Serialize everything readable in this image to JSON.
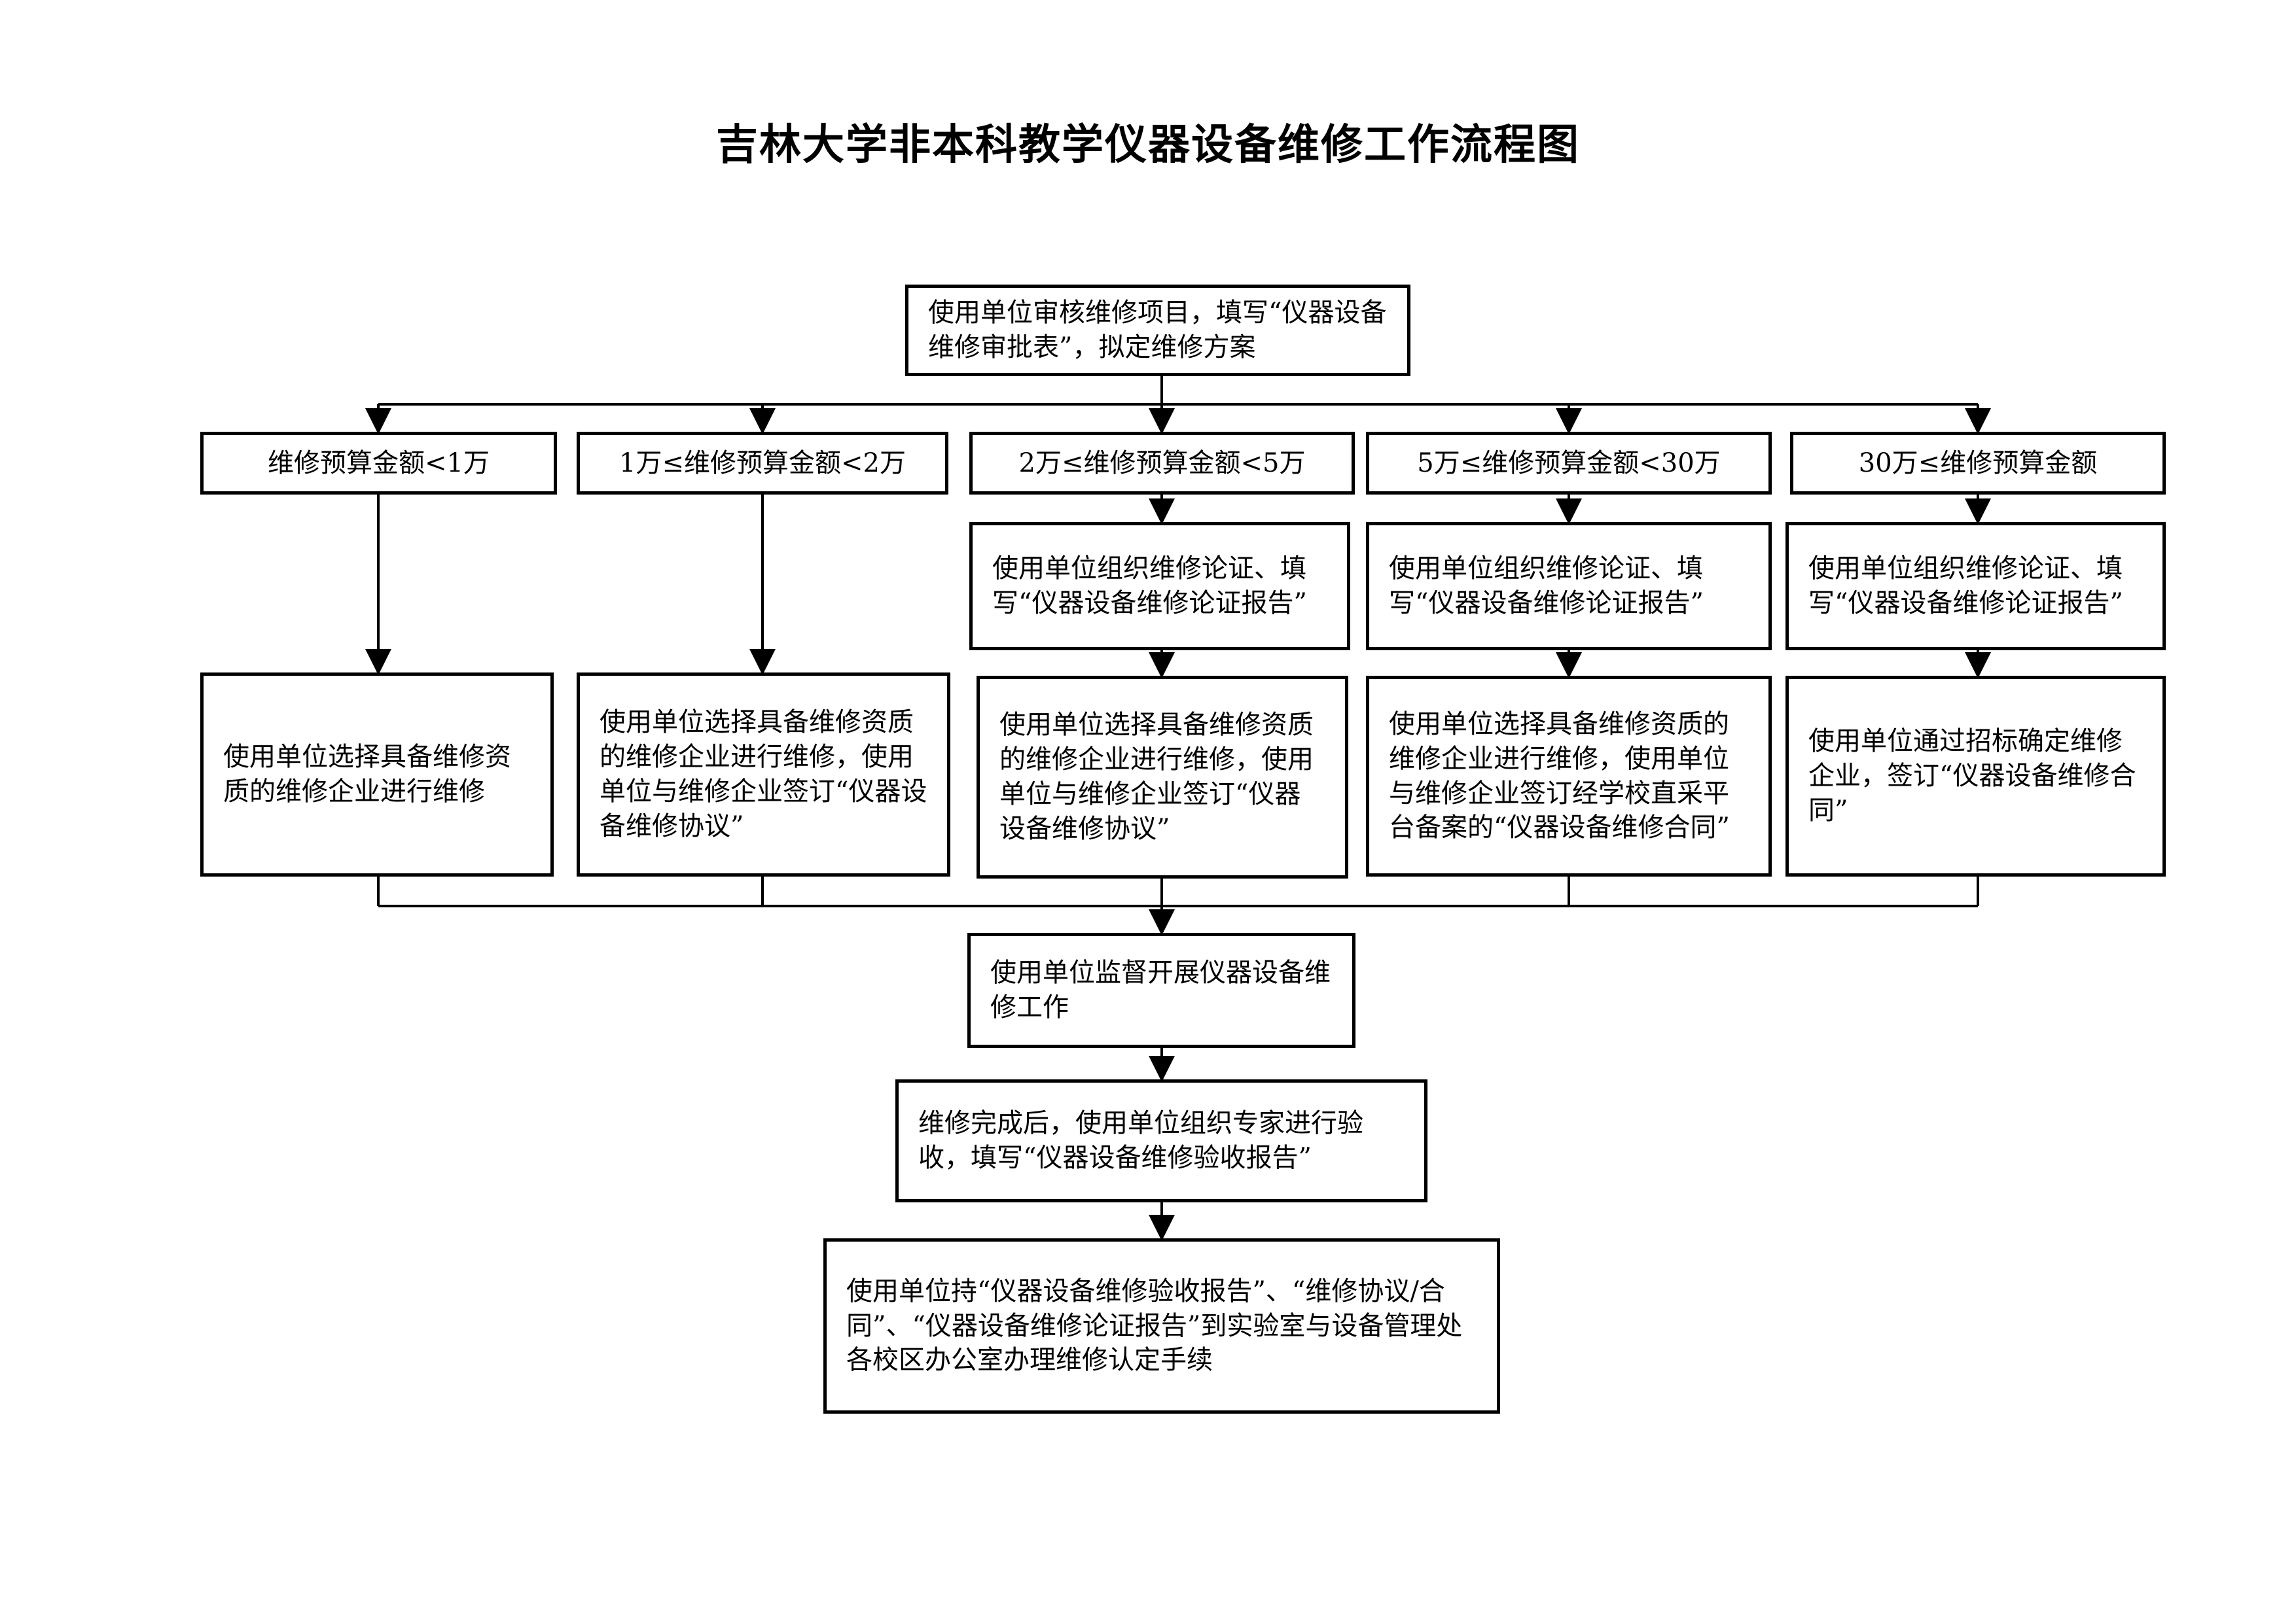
{
  "title": "吉林大学非本科教学仪器设备维修工作流程图",
  "start": "使用单位审核维修项目，填写“仪器设备维修审批表”，拟定维修方案",
  "budget_tiers": [
    "维修预算金额<1万",
    "1万≤维修预算金额<2万",
    "2万≤维修预算金额<5万",
    "5万≤维修预算金额<30万",
    "30万≤维修预算金额"
  ],
  "demonstration": [
    "使用单位组织维修论证、填写“仪器设备维修论证报告”",
    "使用单位组织维修论证、填写“仪器设备维修论证报告”",
    "使用单位组织维修论证、填写“仪器设备维修论证报告”"
  ],
  "selection": [
    "使用单位选择具备维修资质的维修企业进行维修",
    "使用单位选择具备维修资质的维修企业进行维修，使用单位与维修企业签订“仪器设备维修协议”",
    "使用单位选择具备维修资质的维修企业进行维修，使用单位与维修企业签订“仪器设备维修协议”",
    "使用单位选择具备维修资质的维修企业进行维修，使用单位与维修企业签订经学校直采平台备案的“仪器设备维修合同”",
    "使用单位通过招标确定维修企业，签订“仪器设备维修合同”"
  ],
  "supervise": "使用单位监督开展仪器设备维修工作",
  "acceptance": "维修完成后，使用单位组织专家进行验收，填写“仪器设备维修验收报告”",
  "final": "使用单位持“仪器设备维修验收报告”、“维修协议/合同”、“仪器设备维修论证报告”到实验室与设备管理处各校区办公室办理维修认定手续"
}
